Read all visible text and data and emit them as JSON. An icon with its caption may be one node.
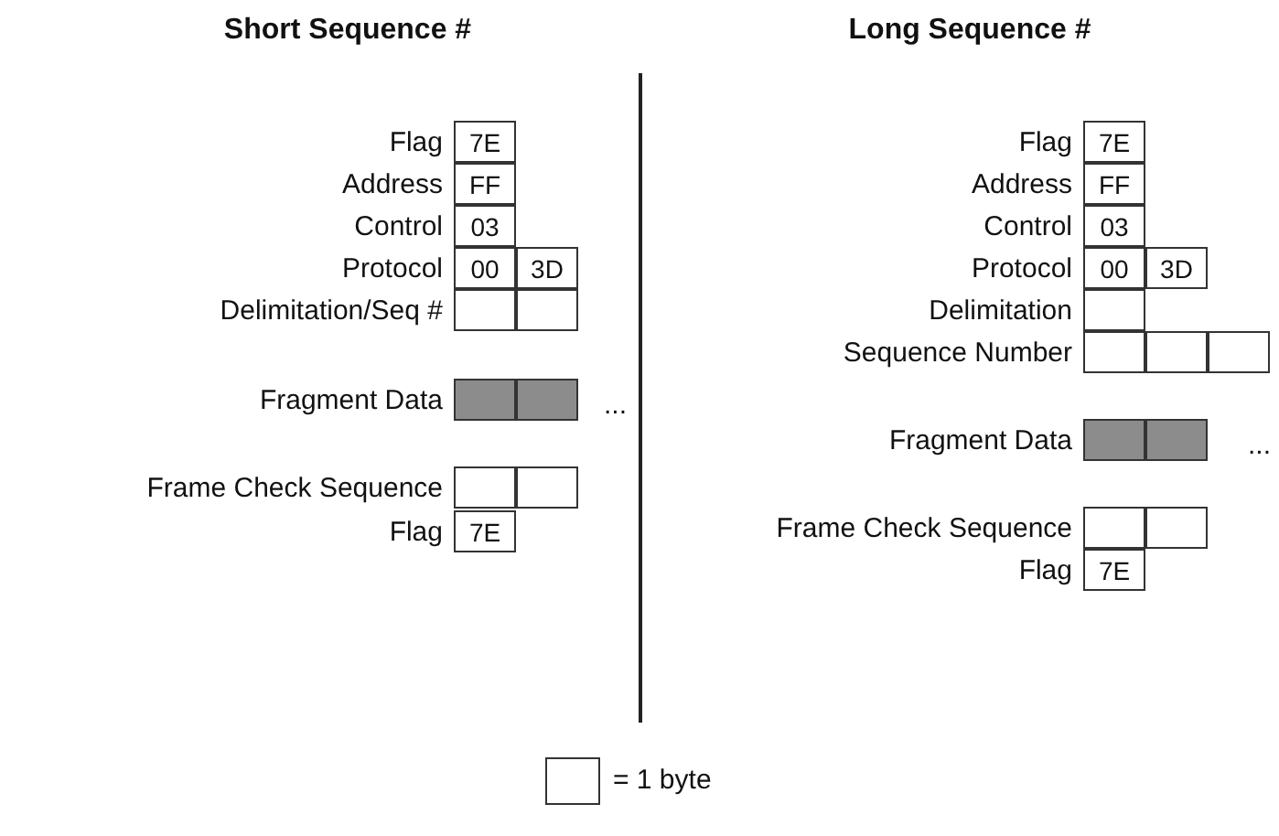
{
  "diagram": {
    "nodes": [
      {
        "text": [
          "7E"
        ],
        "beside": [
          "Flag"
        ]
      },
      {
        "text": [
          "FF"
        ],
        "beside": [
          "Address"
        ]
      },
      {
        "text": [
          "03"
        ],
        "beside": [
          "Control"
        ]
      },
      {
        "text": [
          "00"
        ],
        "beside": [
          "Protocol"
        ]
      },
      {
        "text": [
          "3D"
        ]
      },
      {
        "text": [],
        "shape": "box",
        "beside": [
          "Delimitation/Seq #"
        ]
      },
      {
        "text": [],
        "shape": "box"
      },
      {
        "text": [],
        "shape": "box",
        "beside": [
          "Fragment Data"
        ]
      },
      {
        "text": [],
        "shape": "box"
      },
      {
        "text": [],
        "shape": "box",
        "beside": [
          "Frame Check Sequence"
        ]
      },
      {
        "text": [],
        "shape": "box"
      },
      {
        "text": [
          "7E"
        ],
        "beside": [
          "Flag"
        ]
      },
      {
        "text": [
          "7E"
        ],
        "beside": [
          "Flag"
        ]
      },
      {
        "text": [
          "FF"
        ],
        "beside": [
          "Address"
        ]
      },
      {
        "text": [
          "03"
        ],
        "beside": [
          "Control"
        ]
      },
      {
        "text": [
          "00"
        ],
        "beside": [
          "Protocol"
        ]
      },
      {
        "text": [
          "3D"
        ]
      },
      {
        "text": [],
        "shape": "box",
        "beside": [
          "Delimitation"
        ]
      },
      {
        "text": [],
        "shape": "box",
        "beside": [
          "Sequence Number"
        ]
      },
      {
        "text": [],
        "shape": "box"
      },
      {
        "text": [],
        "shape": "box"
      },
      {
        "text": [],
        "shape": "box",
        "beside": [
          "Fragment Data"
        ]
      },
      {
        "text": [],
        "shape": "box"
      },
      {
        "text": [],
        "shape": "box",
        "beside": [
          "Frame Check Sequence"
        ]
      },
      {
        "text": [],
        "shape": "box"
      },
      {
        "text": [
          "7E"
        ],
        "beside": [
          "Flag"
        ]
      }
    ],
    "labels": [
      "Short Sequence #",
      "Long Sequence #",
      "...",
      "..."
    ],
    "legend": [
      {
        "text": "= 1 byte"
      }
    ]
  }
}
